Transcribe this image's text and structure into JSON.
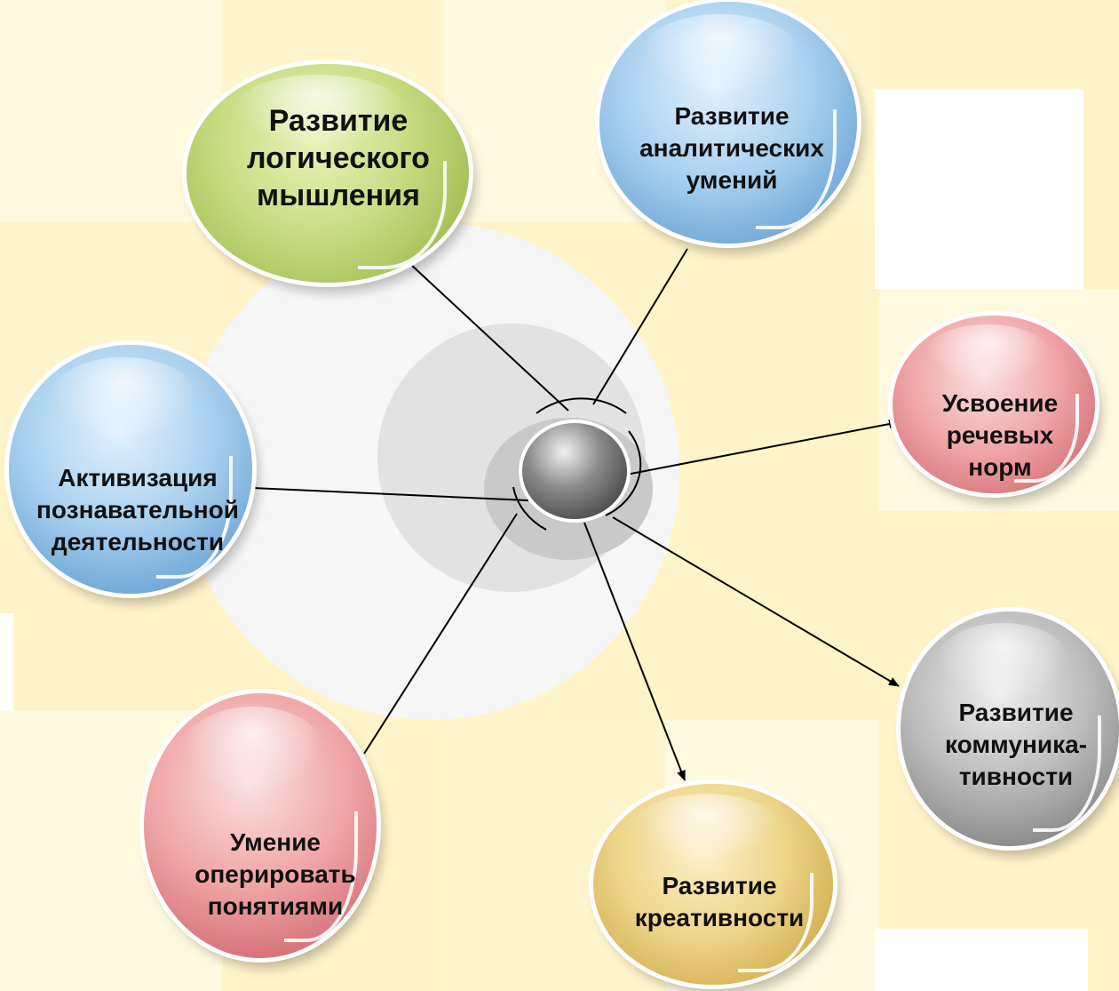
{
  "diagram": {
    "nodes": [
      {
        "id": "logic",
        "label": "Развитие\nлогического\nмышления",
        "color": "green"
      },
      {
        "id": "analytic",
        "label": "Развитие\nаналитических\nумений",
        "color": "blue"
      },
      {
        "id": "speech",
        "label": "Усвоение\nречевых\nнорм",
        "color": "pink"
      },
      {
        "id": "communication",
        "label": "Развитие\nкоммуника-\nтивности",
        "color": "gray"
      },
      {
        "id": "creativity",
        "label": "Развитие\nкреативности",
        "color": "gold"
      },
      {
        "id": "concepts",
        "label": "Умение\nоперировать\nпонятиями",
        "color": "pink"
      },
      {
        "id": "cognitive",
        "label": "Активизация\nпознавательной\nдеятельности",
        "color": "blue"
      }
    ],
    "edges": [
      {
        "to": "logic",
        "arrow": false
      },
      {
        "to": "analytic",
        "arrow": false
      },
      {
        "to": "speech",
        "arrow": true
      },
      {
        "to": "communication",
        "arrow": true
      },
      {
        "to": "creativity",
        "arrow": true
      },
      {
        "to": "concepts",
        "arrow": false
      },
      {
        "to": "cognitive",
        "arrow": true
      }
    ]
  }
}
